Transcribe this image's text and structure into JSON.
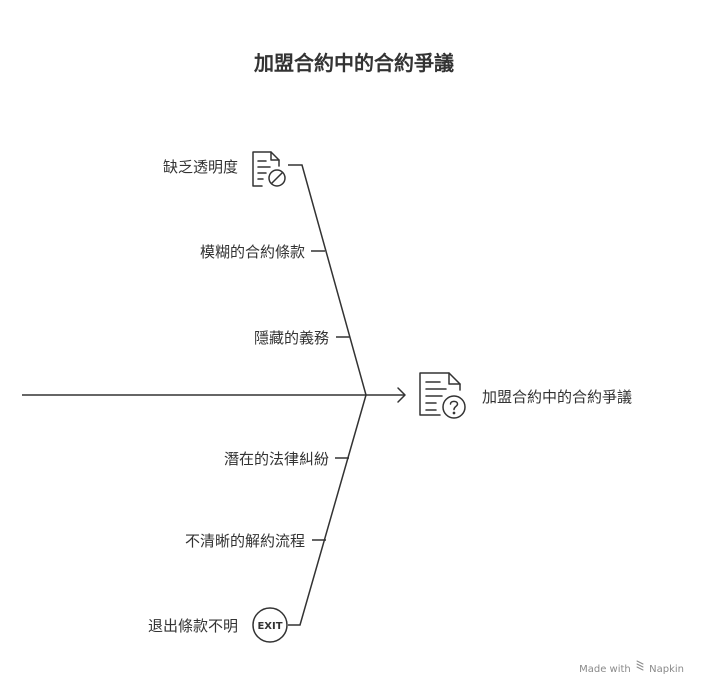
{
  "title": "加盟合約中的合約爭議",
  "effect": {
    "label": "加盟合約中的合約爭議",
    "icon": "document-question-icon"
  },
  "upper_causes": [
    {
      "label": "缺乏透明度",
      "icon": "document-blocked-icon"
    },
    {
      "label": "模糊的合約條款"
    },
    {
      "label": "隱藏的義務"
    }
  ],
  "lower_causes": [
    {
      "label": "潛在的法律糾紛"
    },
    {
      "label": "不清晰的解約流程"
    },
    {
      "label": "退出條款不明",
      "icon": "exit-sign-icon"
    }
  ],
  "footer": {
    "made_with": "Made with",
    "brand": "Napkin",
    "logo_icon": "napkin-logo-icon"
  },
  "colors": {
    "line": "#333333",
    "text": "#333333",
    "footer": "#8a8a8a"
  }
}
